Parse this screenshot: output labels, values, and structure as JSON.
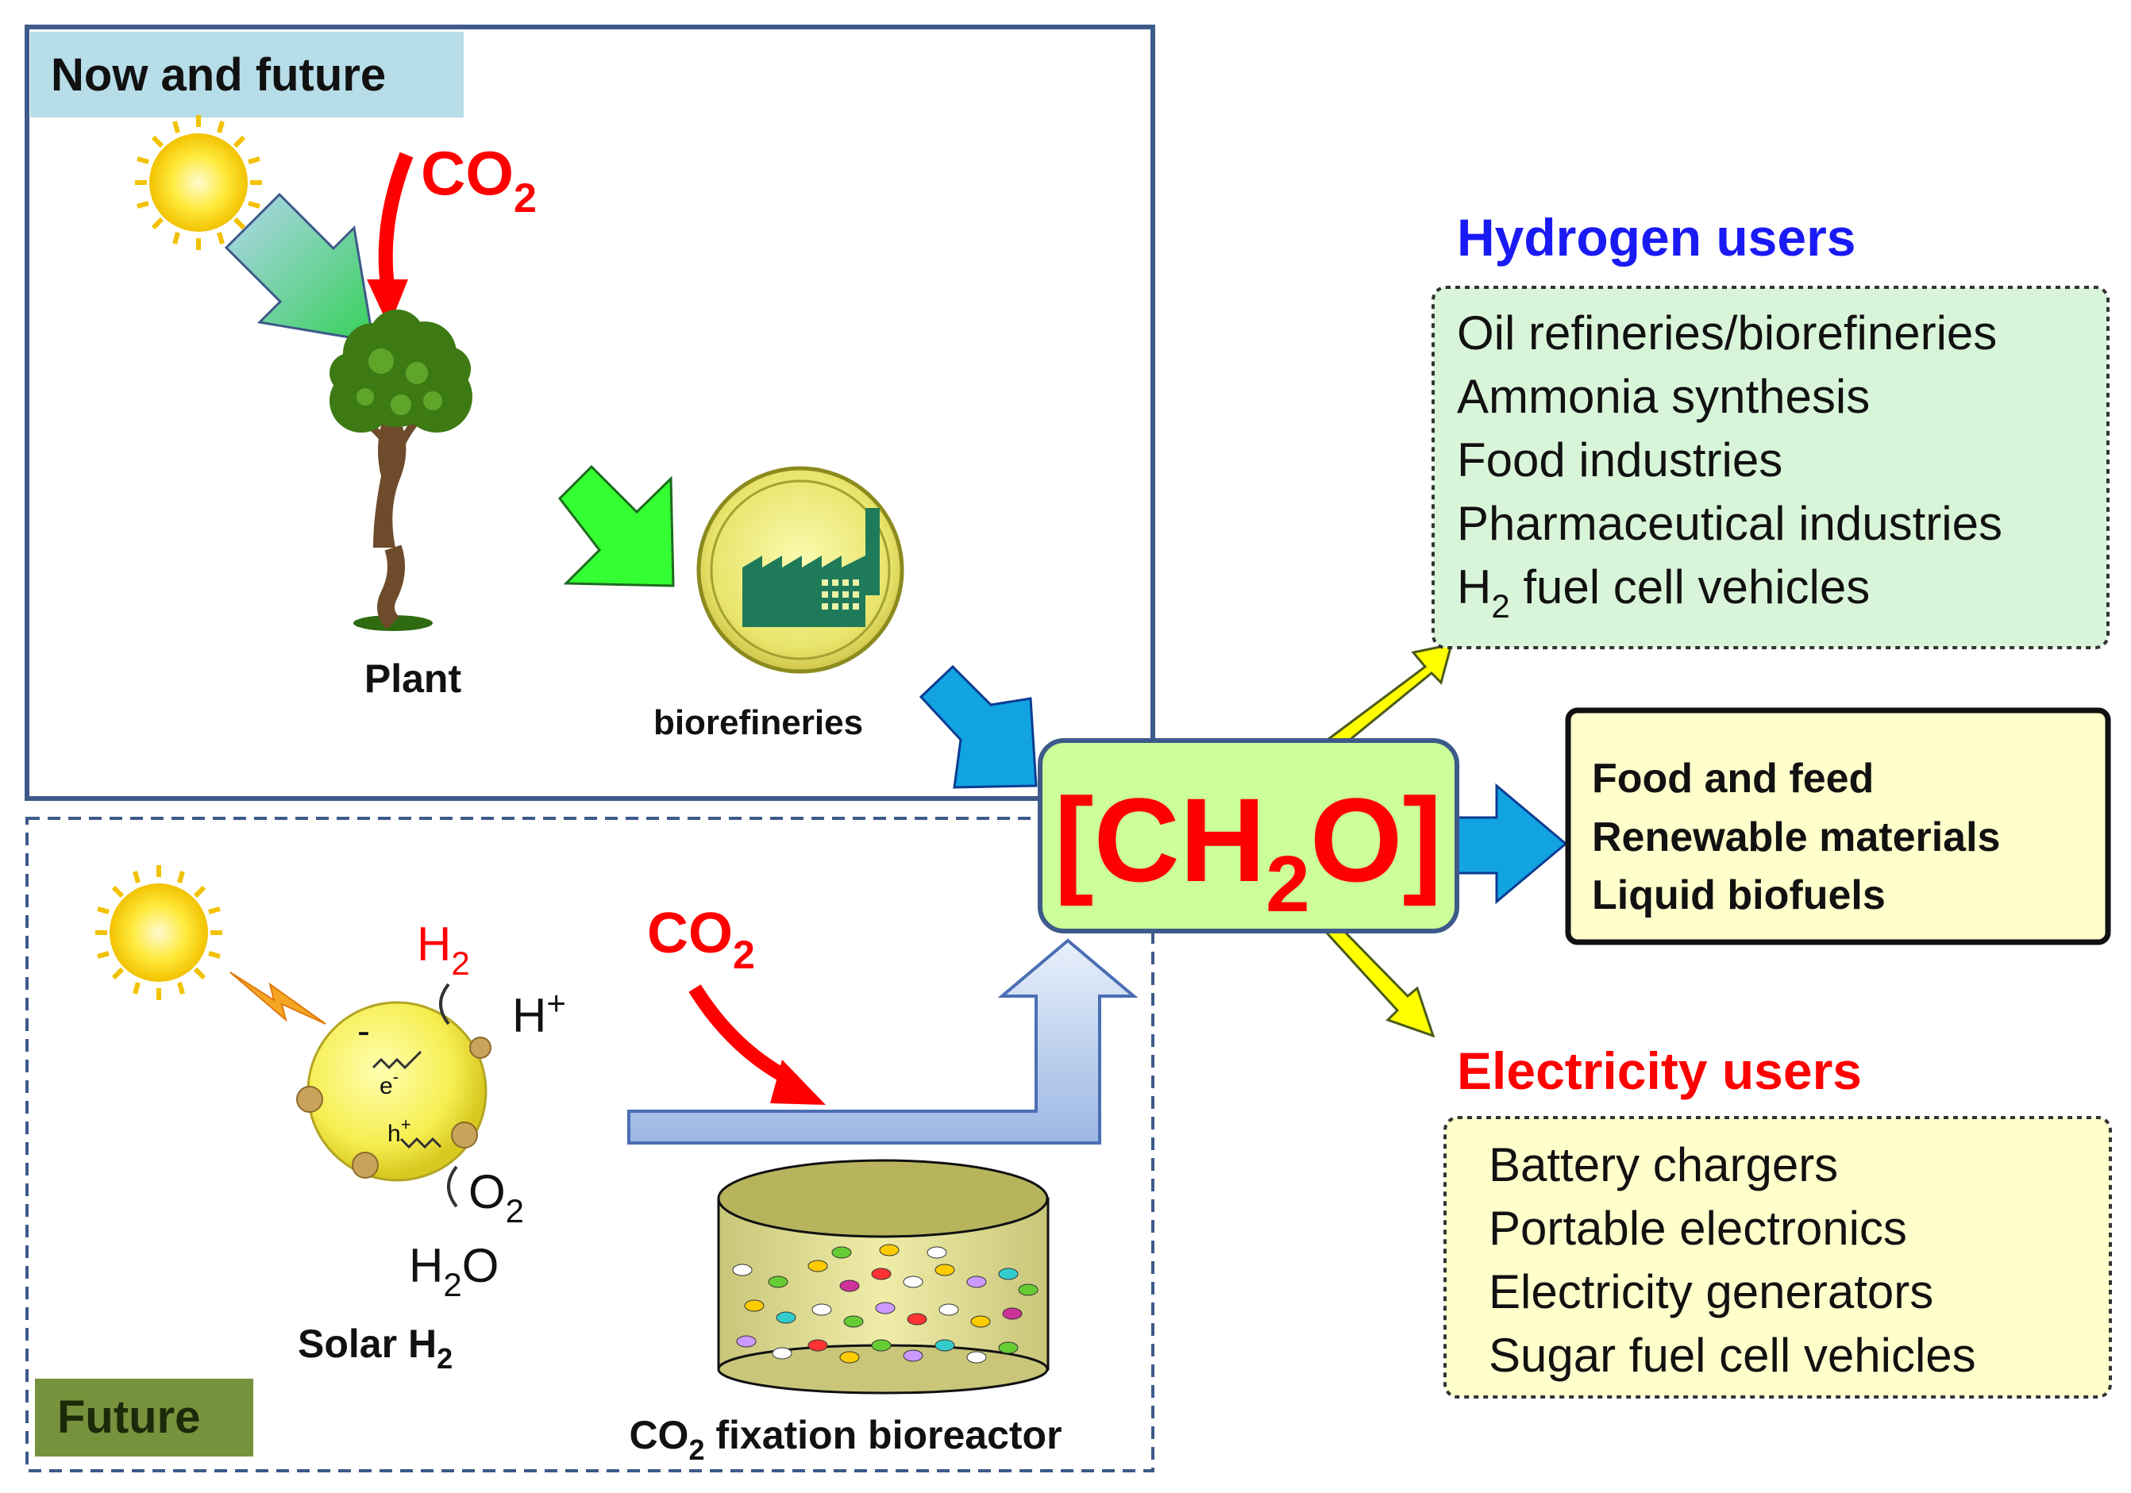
{
  "panels": {
    "now_future": {
      "label": "Now and future"
    },
    "future": {
      "label": "Future"
    }
  },
  "top": {
    "co2": {
      "main": "CO",
      "sub": "2"
    },
    "plant_label": "Plant",
    "biorefineries_label": "biorefineries"
  },
  "bottom": {
    "co2": {
      "main": "CO",
      "sub": "2"
    },
    "h2": {
      "main": "H",
      "sub": "2"
    },
    "hplus": {
      "main": "H",
      "sup": "+"
    },
    "eminus": {
      "main": "e",
      "sup": "-"
    },
    "hplus_hole": {
      "main": "h",
      "sup": "+"
    },
    "minus": "-",
    "o2": {
      "main": "O",
      "sub": "2"
    },
    "h2o": {
      "main": "H",
      "sub": "2",
      "tail": "O"
    },
    "solar_label": {
      "main": "Solar H",
      "sub": "2"
    },
    "bioreactor_label": {
      "pre": "CO",
      "sub": "2",
      "post": " fixation bioreactor"
    }
  },
  "center": {
    "open": "[CH",
    "sub": "2",
    "close": "O]"
  },
  "hydrogen": {
    "title": "Hydrogen users",
    "items": [
      "Oil refineries/biorefineries",
      "Ammonia synthesis",
      "Food industries",
      "Pharmaceutical industries"
    ],
    "last": {
      "pre": "H",
      "sub": "2",
      "post": " fuel cell vehicles"
    }
  },
  "products": {
    "items": [
      "Food and feed",
      "Renewable materials",
      "Liquid biofuels"
    ]
  },
  "electricity": {
    "title": "Electricity users",
    "items": [
      "Battery chargers",
      "Portable electronics",
      "Electricity generators",
      "Sugar fuel cell vehicles"
    ]
  },
  "colors": {
    "red": "#ff0000",
    "blue_title": "#1a1af5",
    "panel_border": "#3d5a8a",
    "label_now_bg": "#b7dde8",
    "label_future_bg": "#76923c",
    "center_bg": "#ccff99",
    "hydrogen_bg": "#d9f5d9",
    "cream_bg": "#ffffcc",
    "arrow_blue": "#12a3e3",
    "arrow_yellow": "#ffff00",
    "arrow_green": "#33ff33"
  }
}
